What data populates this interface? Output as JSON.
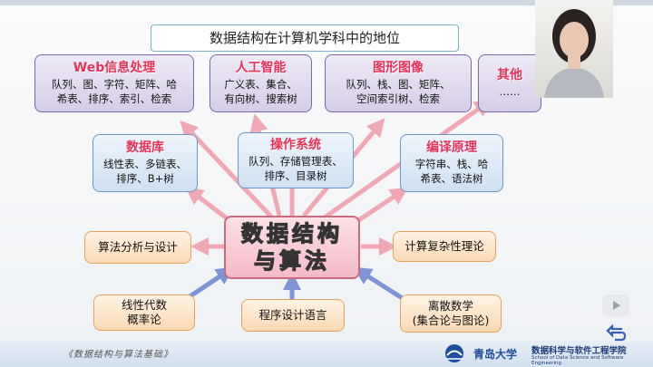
{
  "title": "数据结构在计算机学科中的地位",
  "top_boxes": [
    {
      "head": "Web信息处理",
      "lines": [
        "队列、图、字符、矩阵、哈",
        "希表、排序、索引、检索"
      ]
    },
    {
      "head": "人工智能",
      "lines": [
        "广义表、集合、",
        "有向树、搜索树"
      ]
    },
    {
      "head": "图形图像",
      "lines": [
        "队列、栈、图、矩阵、",
        "空间索引树、检索"
      ]
    },
    {
      "head": "其他",
      "lines": [
        "……"
      ]
    }
  ],
  "mid_boxes": [
    {
      "head": "数据库",
      "lines": [
        "线性表、多链表、",
        "排序、B+树"
      ]
    },
    {
      "head": "操作系统",
      "lines": [
        "队列、存储管理表、",
        "排序、目录树"
      ]
    },
    {
      "head": "编译原理",
      "lines": [
        "字符串、栈、哈",
        "希表、语法树"
      ]
    }
  ],
  "center": {
    "line1": "数据结构",
    "line2": "与算法"
  },
  "left_box": "算法分析与设计",
  "right_box": "计算复杂性理论",
  "bottom_boxes": [
    {
      "lines": [
        "线性代数",
        "概率论"
      ]
    },
    {
      "lines": [
        "程序设计语言"
      ]
    },
    {
      "lines": [
        "离散数学",
        "(集合论与图论)"
      ]
    }
  ],
  "footer": {
    "book": "《数据结构与算法基础》",
    "university": "青岛大学",
    "school": "数据科学与软件工程学院",
    "school_en": "School of Data Science and Software Engineering"
  },
  "colors": {
    "heading": "#e8325a",
    "arrow_up": "#f2a8b4",
    "arrow_in": "#7f93d8"
  }
}
